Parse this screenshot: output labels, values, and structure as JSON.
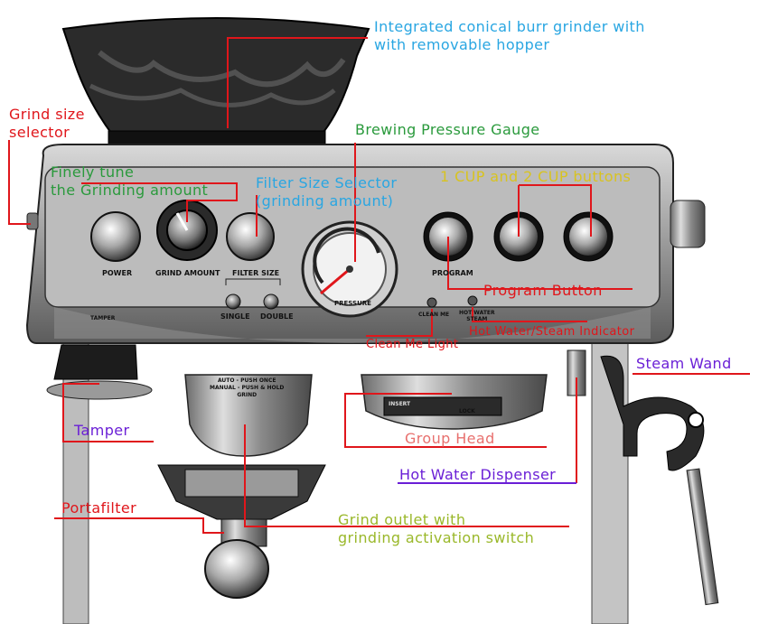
{
  "colors": {
    "red": "#e0161b",
    "blue": "#29a6e2",
    "green": "#2a9a3c",
    "purple": "#6a1fd6",
    "yellow": "#d8c320",
    "salmon": "#e8706e"
  },
  "machine": {
    "controls": {
      "power": "POWER",
      "grind_amount": "GRIND AMOUNT",
      "filter_size": "FILTER SIZE",
      "single": "SINGLE",
      "double": "DOUBLE",
      "program": "PROGRAM",
      "clean_me": "CLEAN ME",
      "hot_water_steam": "HOT WATER\nSTEAM",
      "tamper": "TAMPER",
      "gauge_word": "PRESSURE",
      "lock": "LOCK",
      "insert": "INSERT",
      "grind_instructions": "AUTO - PUSH ONCE\nMANUAL - PUSH & HOLD\nGRIND"
    }
  },
  "annotations": {
    "grinder": "Integrated conical burr grinder with\nwith removable hopper",
    "grind_size": "Grind size\nselector",
    "pressure_gauge": "Brewing Pressure Gauge",
    "finely_tune": "Finely tune\nthe Grinding amount",
    "filter_selector": "Filter Size Selector\n(grinding amount)",
    "cup_buttons": "1 CUP and 2 CUP buttons",
    "program_button": "Program Button",
    "clean_me_light": "Clean Me Light",
    "hot_water_indicator": "Hot Water/Steam Indicator",
    "steam_wand": "Steam Wand",
    "tamper": "Tamper",
    "group_head": "Group Head",
    "hot_water_dispenser": "Hot Water Dispenser",
    "portafilter": "Portafilter",
    "grind_outlet": "Grind outlet with\ngrinding activation switch"
  }
}
